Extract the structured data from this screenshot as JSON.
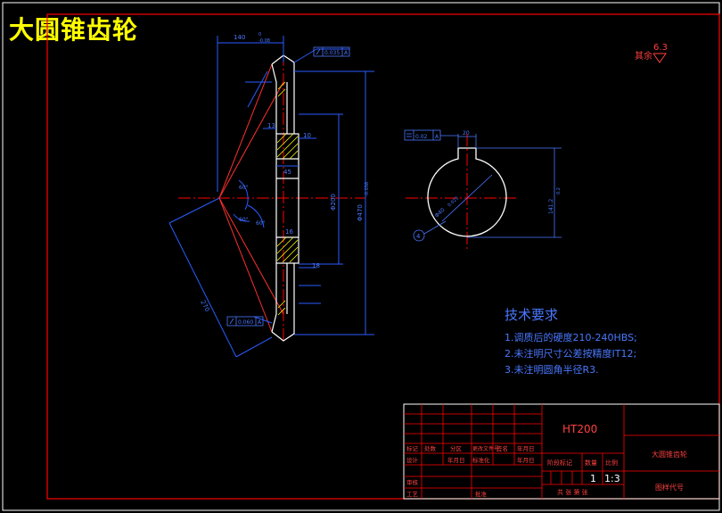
{
  "drawing": {
    "title": "大圆锥齿轮",
    "surface_finish": {
      "label": "其余",
      "value": "6.3"
    },
    "dimensions": {
      "top_width": "140",
      "top_width_tol_upper": "0",
      "top_width_tol_lower": "-0.08",
      "runout_top": "0.035",
      "runout_bottom": "0.060",
      "datum": "A",
      "face_width_13": "13",
      "dim_10": "10",
      "dim_45": "45",
      "dim_16": "16",
      "dim_18": "18",
      "bore_diam": "Φ200",
      "outer_diam": "Φ470",
      "outer_diam_tol": "-0.038",
      "cone_distance": "270",
      "angle_60a": "60°",
      "angle_60b": "60°",
      "angle_60c": "60°",
      "hole_diam": "Φ40",
      "hole_tol": "0.025",
      "keyway_width": "20",
      "keyway_depth": "141.2",
      "keyway_depth_tol": "0.2",
      "symmetry_tol": "0.02",
      "balloon_4": "4"
    },
    "tech_requirements": {
      "heading": "技术要求",
      "items": [
        "1.调质后的硬度210-240HBS;",
        "2.未注明尺寸公差按精度IT12;",
        "3.未注明圆角半径R3."
      ]
    },
    "title_block": {
      "material": "HT200",
      "part_name": "大圆锥齿轮",
      "drawing_no_label": "图样代号",
      "scale": "1:3",
      "quantity": "1",
      "row_labels": [
        "标记",
        "处数",
        "分区",
        "更改文件号",
        "签名",
        "年月日"
      ],
      "row2_labels": [
        "设计",
        "年月日",
        "标准化",
        "年月日"
      ],
      "row3_labels": [
        "审核"
      ],
      "row4_labels": [
        "工艺",
        "批准"
      ],
      "stage_label": "阶段标记",
      "weight_label": "数量",
      "scale_label": "比例",
      "sheet_label": "共 张 第 张"
    }
  }
}
